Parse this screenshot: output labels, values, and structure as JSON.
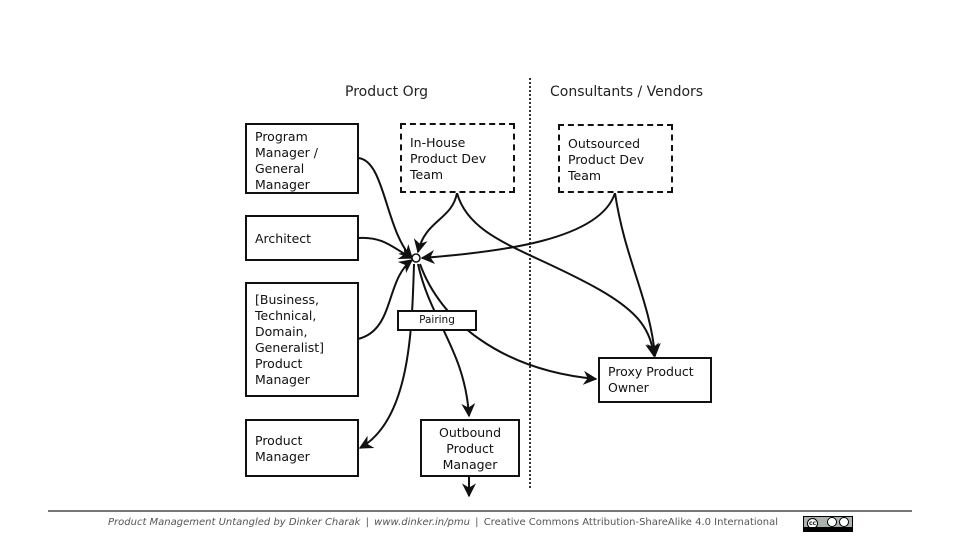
{
  "sections": {
    "left_title": "Product Org",
    "right_title": "Consultants / Vendors"
  },
  "nodes": {
    "program_manager": [
      "Program",
      "Manager /",
      "General",
      "Manager"
    ],
    "architect": [
      "Architect"
    ],
    "business_pm": [
      "[Business,",
      "Technical,",
      "Domain,",
      "Generalist]",
      "Product",
      "Manager"
    ],
    "product_manager": [
      "Product",
      "Manager"
    ],
    "inhouse_team": [
      "In-House",
      "Product Dev",
      "Team"
    ],
    "outbound_pm": [
      "Outbound",
      "Product",
      "Manager"
    ],
    "outsourced_team": [
      "Outsourced",
      "Product Dev",
      "Team"
    ],
    "proxy_po": [
      "Proxy Product",
      "Owner"
    ],
    "pairing": "Pairing"
  },
  "edges": [
    {
      "from": "program_manager",
      "to": "hub"
    },
    {
      "from": "architect",
      "to": "hub"
    },
    {
      "from": "business_pm",
      "to": "hub"
    },
    {
      "from": "inhouse_team",
      "to": "hub"
    },
    {
      "from": "outsourced_team",
      "to": "hub"
    },
    {
      "from": "hub",
      "to": "product_manager"
    },
    {
      "from": "hub",
      "to": "outbound_pm"
    },
    {
      "from": "hub",
      "to": "proxy_po"
    },
    {
      "from": "inhouse_team",
      "to": "proxy_po"
    },
    {
      "from": "outsourced_team",
      "to": "proxy_po"
    },
    {
      "from": "outbound_pm",
      "to": "outside"
    }
  ],
  "footer": {
    "book": "Product Management Untangled by Dinker Charak",
    "separator": "|",
    "url": "www.dinker.in/pmu",
    "license": "Creative Commons Attribution-ShareAlike 4.0 International",
    "badge_icon": "cc-by-sa-badge"
  }
}
